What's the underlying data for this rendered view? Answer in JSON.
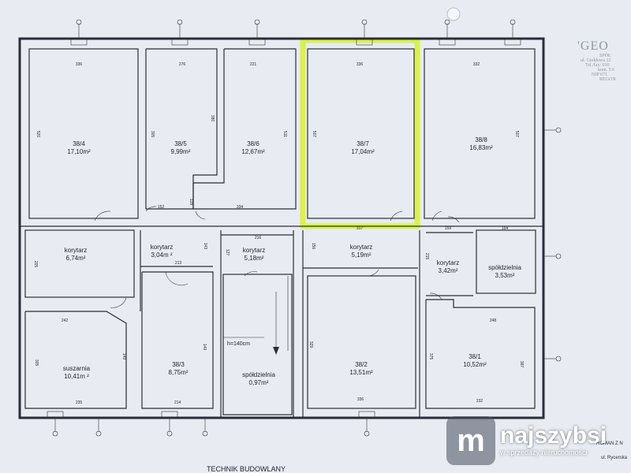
{
  "rooms": [
    {
      "id": "38-4",
      "name": "38/4",
      "area": "17,10m²"
    },
    {
      "id": "38-5",
      "name": "38/5",
      "area": "9,99m²"
    },
    {
      "id": "38-6",
      "name": "38/6",
      "area": "12,67m²"
    },
    {
      "id": "38-7",
      "name": "38/7",
      "area": "17,04m²"
    },
    {
      "id": "38-8",
      "name": "38/8",
      "area": "16,83m²"
    },
    {
      "id": "korytarz-a",
      "name": "korytarz",
      "area": "6,74m²"
    },
    {
      "id": "korytarz-b",
      "name": "korytarz",
      "area": "3,04m ²"
    },
    {
      "id": "korytarz-c",
      "name": "korytarz",
      "area": "5,18m²"
    },
    {
      "id": "korytarz-d",
      "name": "korytarz",
      "area": "5,19m²"
    },
    {
      "id": "korytarz-e",
      "name": "korytarz",
      "area": "3,42m²"
    },
    {
      "id": "spoldzielnia-a",
      "name": "spółdzielnia",
      "area": "3,53m²"
    },
    {
      "id": "suszarnia",
      "name": "suszarnia",
      "area": "10,41m ²"
    },
    {
      "id": "38-3",
      "name": "38/3",
      "area": "8,75m²"
    },
    {
      "id": "spoldzielnia-b",
      "name": "spółdzielnia",
      "area": "0,97m²"
    },
    {
      "id": "38-2",
      "name": "38/2",
      "area": "13,51m²"
    },
    {
      "id": "38-1",
      "name": "38/1",
      "area": "10,52m²"
    }
  ],
  "dimensions": {
    "top": [
      "336",
      "276",
      "221",
      "336",
      "332"
    ],
    "side": [
      "520",
      "305",
      "380",
      "511",
      "507",
      "507"
    ],
    "middle": [
      "152",
      "128",
      "334",
      "317",
      "159",
      "164",
      "216",
      "213",
      "143",
      "127",
      "156",
      "215",
      "205"
    ],
    "bottom": [
      "242",
      "305",
      "235",
      "214",
      "149",
      "336",
      "248",
      "232",
      "375",
      "387",
      "149",
      "329"
    ]
  },
  "stair_note": "h=140cm",
  "firm": {
    "name": "'GEO",
    "lines": [
      "SPÓŁ",
      "ul. Giełdowa 12",
      "Tel./fax: 010",
      "kom. 5 6",
      "NIP 671",
      "REGON"
    ]
  },
  "footer_title": "TECHNIK BUDOWLANY",
  "stamp_lines": [
    "ROMAN Z N",
    "ul. Rycerska"
  ],
  "watermark": {
    "name": "najszybsi",
    "tagline": "w sprzedaży nieruchomości",
    "mark": "m"
  },
  "highlight_color": "#d9f24a"
}
